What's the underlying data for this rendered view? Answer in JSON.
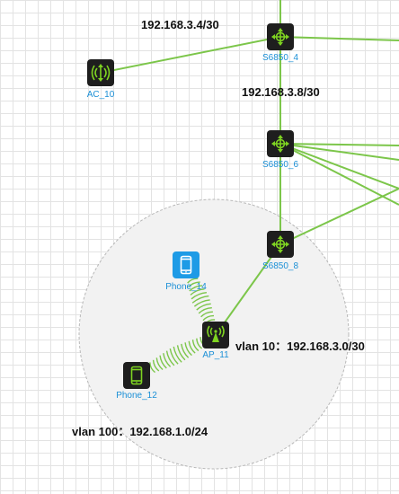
{
  "colors": {
    "link": "#7cc64a",
    "device_bg": "#1e1e1e",
    "device_glyph": "#7ed321",
    "phone_highlight_bg": "#1e9be6",
    "label": "#1a8fd6",
    "region_fill": "#f2f2f2",
    "region_stroke": "#b8b8b8"
  },
  "devices": [
    {
      "id": "s6850_4",
      "label": "S6850_4",
      "icon": "switch-icon"
    },
    {
      "id": "s6850_6",
      "label": "S6850_6",
      "icon": "switch-icon"
    },
    {
      "id": "s6850_8",
      "label": "S6850_8",
      "icon": "switch-icon"
    },
    {
      "id": "ac_10",
      "label": "AC_10",
      "icon": "access-controller-icon"
    },
    {
      "id": "ap_11",
      "label": "AP_11",
      "icon": "access-point-icon"
    },
    {
      "id": "phone_14",
      "label": "Phone_14",
      "icon": "phone-icon",
      "selected": true
    },
    {
      "id": "phone_12",
      "label": "Phone_12",
      "icon": "phone-icon"
    }
  ],
  "links": [
    {
      "from": "ac_10",
      "to": "s6850_4",
      "type": "wired"
    },
    {
      "from": "s6850_4",
      "to": "s6850_6",
      "type": "wired"
    },
    {
      "from": "s6850_6",
      "to": "s6850_8",
      "type": "wired"
    },
    {
      "from": "s6850_8",
      "to": "ap_11",
      "type": "wired"
    },
    {
      "from": "ap_11",
      "to": "phone_14",
      "type": "wireless"
    },
    {
      "from": "ap_11",
      "to": "phone_12",
      "type": "wireless"
    }
  ],
  "subnets": {
    "net_3_4": "192.168.3.4/30",
    "net_3_8": "192.168.3.8/30",
    "vlan10": "vlan 10：192.168.3.0/30",
    "vlan100": "vlan 100：192.168.1.0/24"
  }
}
